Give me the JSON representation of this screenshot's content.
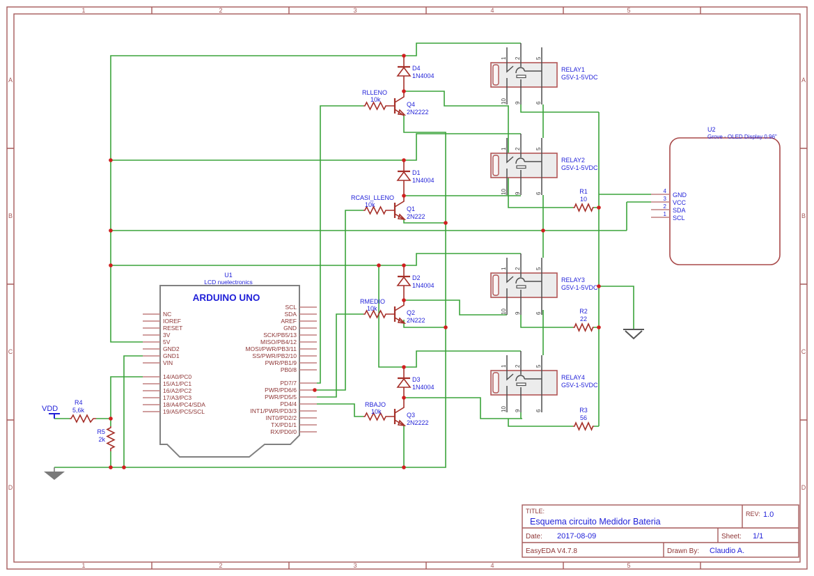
{
  "frame": {
    "cols": [
      "1",
      "2",
      "3",
      "4",
      "5"
    ],
    "rows": [
      "A",
      "B",
      "C",
      "D"
    ]
  },
  "title_block": {
    "title_label": "TITLE:",
    "title": "Esquema circuito Medidor Bateria",
    "rev_label": "REV:",
    "rev": "1.0",
    "date_label": "Date:",
    "date": "2017-08-09",
    "sheet_label": "Sheet:",
    "sheet": "1/1",
    "tool": "EasyEDA V4.7.8",
    "drawn_by_label": "Drawn By:",
    "drawn_by": "Claudio A."
  },
  "arduino": {
    "ref": "U1",
    "sub": "LCD nuelectronics",
    "title": "ARDUINO UNO",
    "left_pins": [
      "NC",
      "IOREF",
      "RESET",
      "3V",
      "5V",
      "GND2",
      "GND1",
      "VIN",
      "14/A0/PC0",
      "15/A1/PC1",
      "16/A2/PC2",
      "17/A3/PC3",
      "18/A4/PC4/SDA",
      "19/A5/PC5/SCL"
    ],
    "right_pins": [
      "SCL",
      "SDA",
      "AREF",
      "GND",
      "SCK/PB5/13",
      "MISO/PB4/12",
      "MOSI/PWR/PB3/11",
      "SS/PWR/PB2/10",
      "PWR/PB1/9",
      "PB0/8",
      "PD7/7",
      "PWR/PD6/6",
      "PWR/PD5/5",
      "PD4/4",
      "INT1/PWR/PD3/3",
      "INT0/PD2/2",
      "TX/PD1/1",
      "RX/PD0/0"
    ]
  },
  "oled": {
    "ref": "U2",
    "name": "Grove - OLED Display 0.96\"",
    "pins": [
      {
        "num": "4",
        "name": "GND"
      },
      {
        "num": "3",
        "name": "VCC"
      },
      {
        "num": "2",
        "name": "SDA"
      },
      {
        "num": "1",
        "name": "SCL"
      }
    ]
  },
  "relay_pins": {
    "top": [
      "1",
      "2",
      "5"
    ],
    "bottom": [
      "10",
      "9",
      "6"
    ]
  },
  "relays": [
    {
      "ref": "RELAY1",
      "value": "G5V-1-5VDC"
    },
    {
      "ref": "RELAY2",
      "value": "G5V-1-5VDC"
    },
    {
      "ref": "RELAY3",
      "value": "G5V-1-5VDC"
    },
    {
      "ref": "RELAY4",
      "value": "G5V-1-5VDC"
    }
  ],
  "drivers": [
    {
      "d_ref": "D4",
      "d_val": "1N4004",
      "q_ref": "Q4",
      "q_val": "2N2222",
      "r_ref": "RLLENO",
      "r_val": "10k"
    },
    {
      "d_ref": "D1",
      "d_val": "1N4004",
      "q_ref": "Q1",
      "q_val": "2N222",
      "r_ref": "RCASI_LLENO",
      "r_val": "10k"
    },
    {
      "d_ref": "D2",
      "d_val": "1N4004",
      "q_ref": "Q2",
      "q_val": "2N222",
      "r_ref": "RMEDIO",
      "r_val": "10k"
    },
    {
      "d_ref": "D3",
      "d_val": "1N4004",
      "q_ref": "Q3",
      "q_val": "2N2222",
      "r_ref": "RBAJO",
      "r_val": "10k"
    }
  ],
  "load_resistors": [
    {
      "ref": "R1",
      "value": "10"
    },
    {
      "ref": "R2",
      "value": "22"
    },
    {
      "ref": "R3",
      "value": "56"
    }
  ],
  "divider": {
    "net": "VDD",
    "r4_ref": "R4",
    "r4_val": "5,6k",
    "r5_ref": "R5",
    "r5_val": "2k"
  },
  "colors": {
    "wire": "#3aa33a",
    "symbol": "#a52f28",
    "stub": "#c07f7f",
    "blue": "#1f1fd8",
    "pintext": "#8e3535",
    "frame": "#a65a5a",
    "dot": "#cf2020",
    "gray": "#4d4d4d",
    "relayfill": "#ececec",
    "relayborder": "#b25555"
  }
}
